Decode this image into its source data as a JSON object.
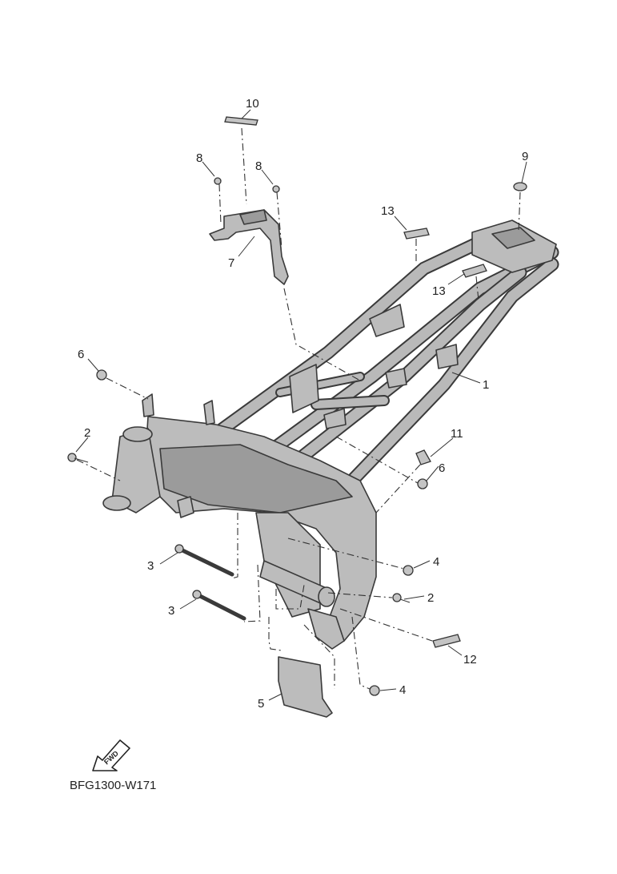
{
  "callouts": [
    {
      "id": "c1",
      "label": "1"
    },
    {
      "id": "c2a",
      "label": "2"
    },
    {
      "id": "c2b",
      "label": "2"
    },
    {
      "id": "c3a",
      "label": "3"
    },
    {
      "id": "c3b",
      "label": "3"
    },
    {
      "id": "c4a",
      "label": "4"
    },
    {
      "id": "c4b",
      "label": "4"
    },
    {
      "id": "c5",
      "label": "5"
    },
    {
      "id": "c6a",
      "label": "6"
    },
    {
      "id": "c6b",
      "label": "6"
    },
    {
      "id": "c7",
      "label": "7"
    },
    {
      "id": "c8a",
      "label": "8"
    },
    {
      "id": "c8b",
      "label": "8"
    },
    {
      "id": "c9",
      "label": "9"
    },
    {
      "id": "c10",
      "label": "10"
    },
    {
      "id": "c11",
      "label": "11"
    },
    {
      "id": "c12",
      "label": "12"
    },
    {
      "id": "c13a",
      "label": "13"
    },
    {
      "id": "c13b",
      "label": "13"
    }
  ],
  "fwd_arrow": {
    "label": "FWD",
    "icon": "fwd-arrow-icon"
  },
  "reference_code": "BFG1300-W171"
}
